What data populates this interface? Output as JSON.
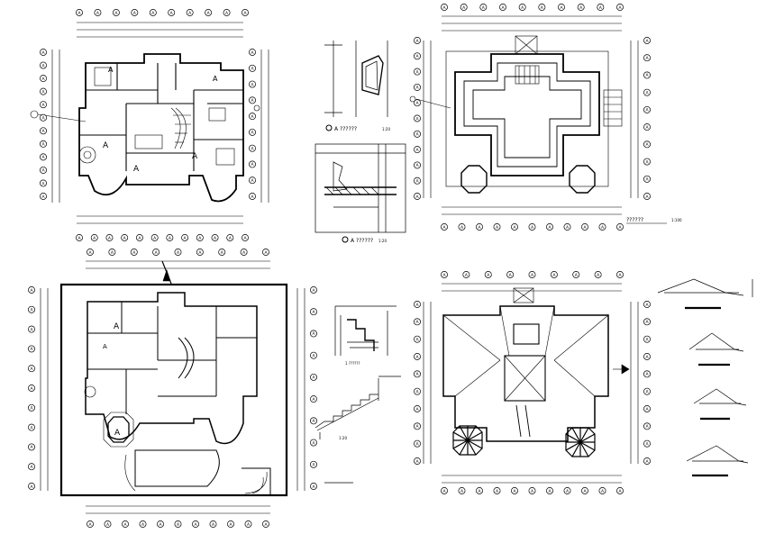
{
  "sheet": {
    "background": "#ffffff",
    "ink": "#000000",
    "grid_marker_letter": "A"
  },
  "plans": [
    {
      "id": "ground-floor-plan",
      "room_marks": [
        "A",
        "A",
        "A",
        "A",
        "A"
      ]
    },
    {
      "id": "second-floor-plan",
      "room_marks": []
    },
    {
      "id": "site-plan",
      "room_marks": [
        "A",
        "A",
        "A"
      ]
    },
    {
      "id": "roof-plan",
      "room_marks": []
    }
  ],
  "details": [
    {
      "id": "window-detail",
      "caption": "A ??????",
      "scale": "1:20"
    },
    {
      "id": "wall-section-detail",
      "caption": "A ??????",
      "scale": "1:20"
    },
    {
      "id": "roof-plan-caption",
      "caption": "??????",
      "scale": "1:100"
    }
  ],
  "stair_detail": {
    "caption": "1 ??????",
    "scale": "1:20"
  },
  "roof_profiles": [
    {
      "id": "roof-profile-1"
    },
    {
      "id": "roof-profile-2"
    },
    {
      "id": "roof-profile-3"
    },
    {
      "id": "roof-profile-4"
    }
  ]
}
